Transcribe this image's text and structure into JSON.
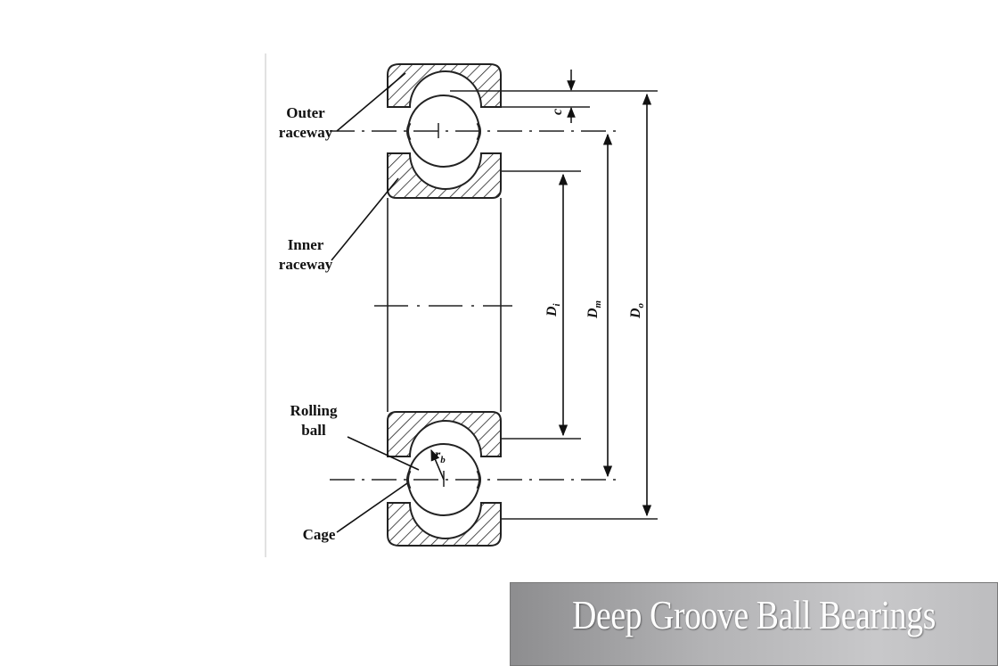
{
  "labels": {
    "outer_raceway": [
      "Outer",
      "raceway"
    ],
    "inner_raceway": [
      "Inner",
      "raceway"
    ],
    "rolling_ball": [
      "Rolling",
      "ball"
    ],
    "cage": "Cage"
  },
  "dimensions": {
    "c": "c",
    "di_main": "D",
    "di_sub": "i",
    "dm_main": "D",
    "dm_sub": "m",
    "do_main": "D",
    "do_sub": "o",
    "rb_main": "r",
    "rb_sub": "b"
  },
  "banner": {
    "title": "Deep Groove Ball Bearings"
  }
}
